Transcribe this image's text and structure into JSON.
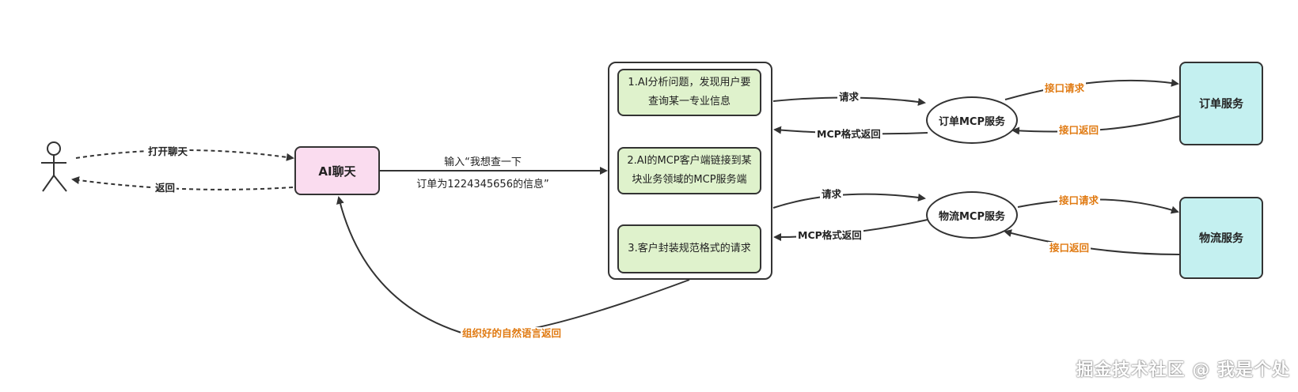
{
  "nodes": {
    "ai_chat": "AI聊天",
    "step1": "1.AI分析问题，发现用户要查询某一专业信息",
    "step2": "2.AI的MCP客户端链接到某块业务领域的MCP服务端",
    "step3": "3.客户封装规范格式的请求",
    "order_mcp": "订单MCP服务",
    "logistics_mcp": "物流MCP服务",
    "order_service": "订单服务",
    "logistics_service": "物流服务"
  },
  "edges": {
    "open_chat": "打开聊天",
    "return": "返回",
    "input_line1": "输入“我想查一下",
    "input_line2": "订单为1224345656的信息”",
    "request_order": "请求",
    "mcp_return_order": "MCP格式返回",
    "api_request_order": "接口请求",
    "api_return_order": "接口返回",
    "request_logi": "请求",
    "mcp_return_logi": "MCP格式返回",
    "api_request_logi": "接口请求",
    "api_return_logi": "接口返回",
    "final_return": "组织好的自然语言返回"
  },
  "watermark": "掘金技术社区 @ 我是个处",
  "colors": {
    "ai_chat_fill": "#fadcef",
    "step_fill": "#dff2cc",
    "service_fill": "#c4f0f0",
    "orange_label": "#e07a12",
    "stroke": "#333333"
  }
}
